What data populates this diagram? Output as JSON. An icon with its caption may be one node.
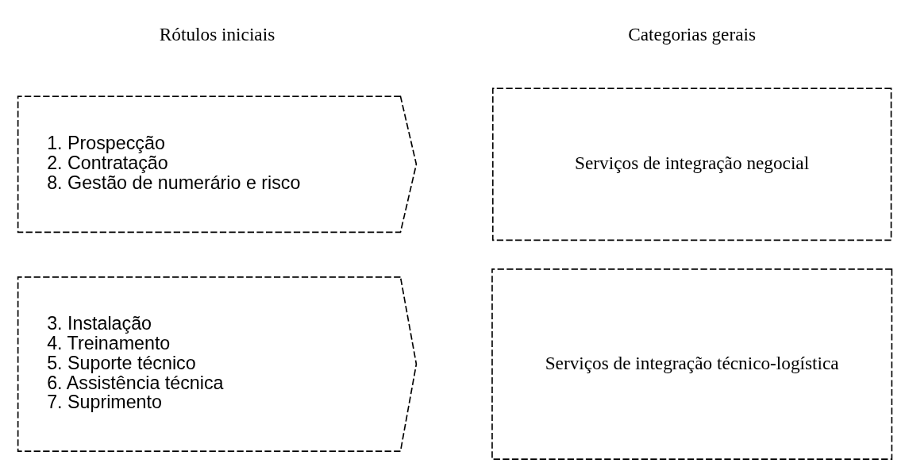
{
  "diagram": {
    "nodes": [
      {
        "text": [
          "1. Prospecção",
          "2. Contratação",
          "8. Gestão de numerário e risco"
        ]
      },
      {
        "text": [
          "Serviços de integração negocial"
        ]
      },
      {
        "text": [
          "3. Instalação",
          "4. Treinamento",
          "5. Suporte técnico",
          "6. Assistência técnica",
          "7. Suprimento"
        ]
      },
      {
        "text": [
          "Serviços de integração técnico-logística"
        ]
      }
    ],
    "labels": [
      "Rótulos iniciais",
      "Categorias gerais"
    ]
  }
}
